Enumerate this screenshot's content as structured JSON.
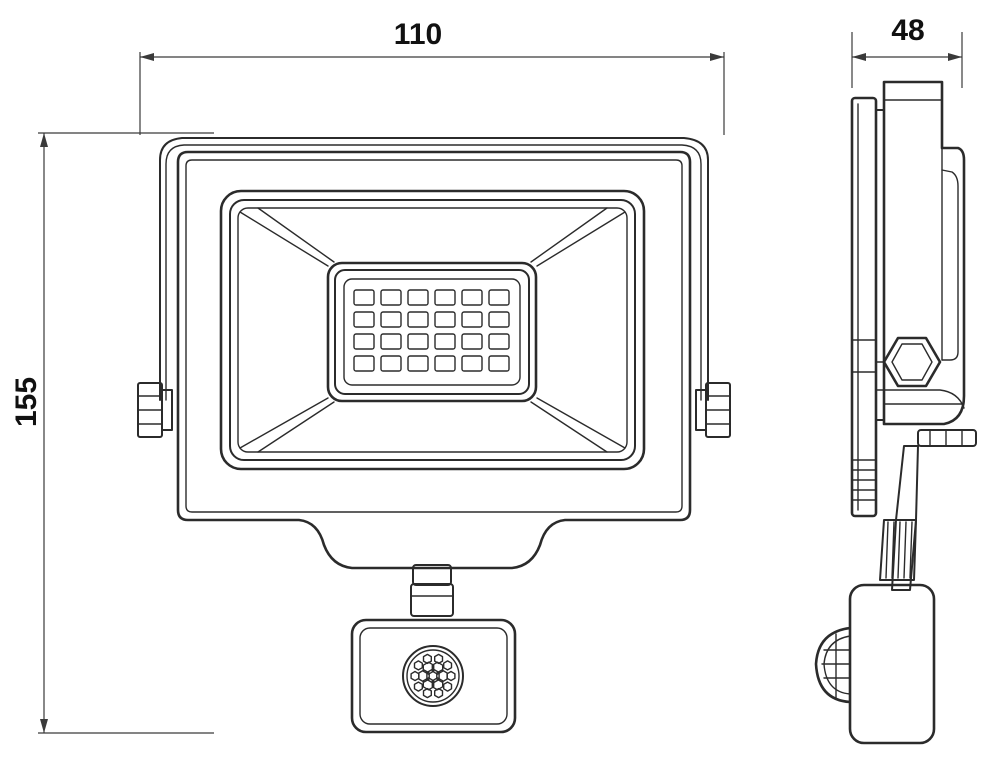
{
  "dimensions": {
    "width_label": "110",
    "height_label": "155",
    "depth_label": "48"
  },
  "led_grid": {
    "rows": 4,
    "cols": 6
  },
  "colors": {
    "line": "#2b2b2b",
    "dimension_line": "#3a3a3a",
    "background": "#ffffff"
  }
}
